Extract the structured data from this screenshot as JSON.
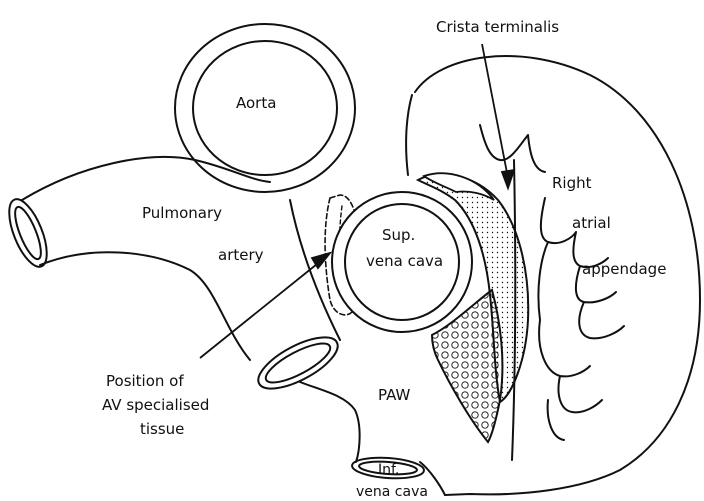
{
  "labels": {
    "crista_terminalis": "Crista terminalis",
    "aorta": "Aorta",
    "pulmonary": "Pulmonary",
    "artery": "artery",
    "right": "Right",
    "atrial": "atrial",
    "appendage": "appendage",
    "sup": "Sup.",
    "vena_cava_sup": "vena cava",
    "position_of": "Position of",
    "av_specialised": "AV specialised",
    "tissue": "tissue",
    "paw": "PAW",
    "inf": "Inf.",
    "vena_cava_inf": "vena cava"
  },
  "colors": {
    "ink": "#111111",
    "background": "#ffffff"
  }
}
